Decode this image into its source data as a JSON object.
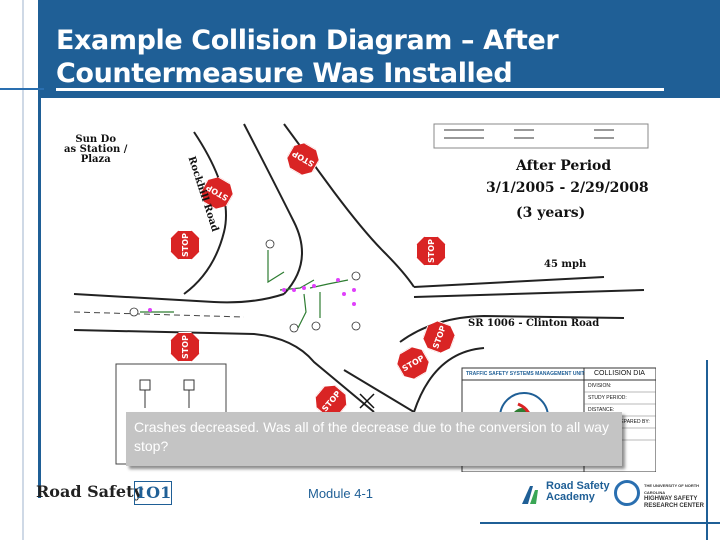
{
  "slide": {
    "title": "Example Collision Diagram – After Countermeasure Was Installed"
  },
  "diagram": {
    "period_title": "After Period",
    "period_dates": "3/1/2005 - 2/29/2008",
    "period_years": "(3 years)",
    "speed_limit": "45 mph",
    "road_label": "SR 1006 - Clinton Road",
    "gas_station": "Sun Do\nas Station /\nPlaza",
    "cross_road": "Rockhill Road",
    "stop_sign_text": "STOP",
    "data_box_title": "TRAFFIC SAFETY SYSTEMS MANAGEMENT UNIT",
    "data_box_heading": "COLLISION DIA",
    "data_box_fields": [
      "DIVISION:",
      "STUDY PERIOD:",
      "DISTANCE:",
      "ANALYSIS PREPARED BY:"
    ]
  },
  "caption": {
    "text": "Crashes decreased. Was all of the decrease due to the conversion to all way stop?"
  },
  "footer": {
    "brand_left": "Road Safety",
    "brand_left_num": "1O1",
    "module": "Module 4-1",
    "brand_center_line1": "Road Safety",
    "brand_center_line2": "Academy",
    "brand_right_line1": "THE UNIVERSITY OF NORTH CAROLINA",
    "brand_right_line2": "HIGHWAY SAFETY",
    "brand_right_line3": "RESEARCH CENTER"
  },
  "colors": {
    "title_bar": "#1f5f96",
    "stop_red": "#d92424",
    "caption_bg": "#c4c4c4"
  }
}
